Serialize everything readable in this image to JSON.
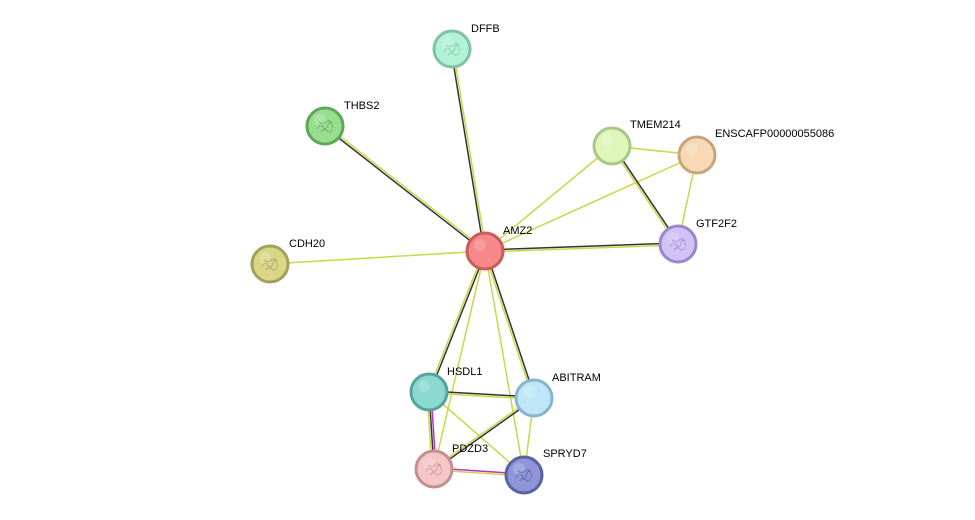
{
  "nodes": [
    {
      "id": "AMZ2",
      "label": "AMZ2",
      "color": "#f58888",
      "stroke": "#c85c5c",
      "icon": "none"
    },
    {
      "id": "DFFB",
      "label": "DFFB",
      "color": "#b3f2d8",
      "stroke": "#7fc4a2",
      "icon": "protein-structure-icon"
    },
    {
      "id": "THBS2",
      "label": "THBS2",
      "color": "#98de8e",
      "stroke": "#5fa85a",
      "icon": "protein-structure-icon"
    },
    {
      "id": "TMEM214",
      "label": "TMEM214",
      "color": "#def7b8",
      "stroke": "#a9c98a",
      "icon": "none"
    },
    {
      "id": "ENSCAFP00000055086",
      "label": "ENSCAFP00000055086",
      "color": "#f8d8b5",
      "stroke": "#c9a57e",
      "icon": "none"
    },
    {
      "id": "GTF2F2",
      "label": "GTF2F2",
      "color": "#d1c2f7",
      "stroke": "#9a88c9",
      "icon": "protein-structure-icon"
    },
    {
      "id": "CDH20",
      "label": "CDH20",
      "color": "#dad688",
      "stroke": "#a3a05a",
      "icon": "protein-structure-icon"
    },
    {
      "id": "HSDL1",
      "label": "HSDL1",
      "color": "#8ad9d1",
      "stroke": "#55a39c",
      "icon": "none"
    },
    {
      "id": "ABITRAM",
      "label": "ABITRAM",
      "color": "#bfe6f7",
      "stroke": "#86b5cc",
      "icon": "none"
    },
    {
      "id": "PDZD3",
      "label": "PDZD3",
      "color": "#f5c6c6",
      "stroke": "#c48f8f",
      "icon": "protein-structure-icon"
    },
    {
      "id": "SPRYD7",
      "label": "SPRYD7",
      "color": "#8e96d9",
      "stroke": "#5b62a3",
      "icon": "protein-structure-icon"
    }
  ],
  "edges": [
    {
      "source": "AMZ2",
      "target": "DFFB",
      "colors": [
        "#333333",
        "#c8d84a"
      ]
    },
    {
      "source": "AMZ2",
      "target": "THBS2",
      "colors": [
        "#333333",
        "#c8d84a"
      ]
    },
    {
      "source": "AMZ2",
      "target": "CDH20",
      "colors": [
        "#c8d84a"
      ]
    },
    {
      "source": "AMZ2",
      "target": "TMEM214",
      "colors": [
        "#c8d84a"
      ]
    },
    {
      "source": "AMZ2",
      "target": "ENSCAFP00000055086",
      "colors": [
        "#c8d84a"
      ]
    },
    {
      "source": "AMZ2",
      "target": "GTF2F2",
      "colors": [
        "#333333",
        "#c8d84a"
      ]
    },
    {
      "source": "AMZ2",
      "target": "HSDL1",
      "colors": [
        "#333333",
        "#c8d84a"
      ]
    },
    {
      "source": "AMZ2",
      "target": "ABITRAM",
      "colors": [
        "#333333",
        "#c8d84a"
      ]
    },
    {
      "source": "AMZ2",
      "target": "PDZD3",
      "colors": [
        "#c8d84a"
      ]
    },
    {
      "source": "AMZ2",
      "target": "SPRYD7",
      "colors": [
        "#c8d84a"
      ]
    },
    {
      "source": "TMEM214",
      "target": "ENSCAFP00000055086",
      "colors": [
        "#c8d84a"
      ]
    },
    {
      "source": "TMEM214",
      "target": "GTF2F2",
      "colors": [
        "#333333",
        "#c8d84a"
      ]
    },
    {
      "source": "ENSCAFP00000055086",
      "target": "GTF2F2",
      "colors": [
        "#c8d84a"
      ]
    },
    {
      "source": "HSDL1",
      "target": "ABITRAM",
      "colors": [
        "#333333",
        "#c8d84a"
      ]
    },
    {
      "source": "HSDL1",
      "target": "PDZD3",
      "colors": [
        "#c030c0",
        "#333333",
        "#c8d84a"
      ]
    },
    {
      "source": "HSDL1",
      "target": "SPRYD7",
      "colors": [
        "#c8d84a"
      ]
    },
    {
      "source": "ABITRAM",
      "target": "PDZD3",
      "colors": [
        "#333333",
        "#c8d84a"
      ]
    },
    {
      "source": "ABITRAM",
      "target": "SPRYD7",
      "colors": [
        "#c8d84a"
      ]
    },
    {
      "source": "PDZD3",
      "target": "SPRYD7",
      "colors": [
        "#c030c0",
        "#c8d84a"
      ]
    }
  ]
}
